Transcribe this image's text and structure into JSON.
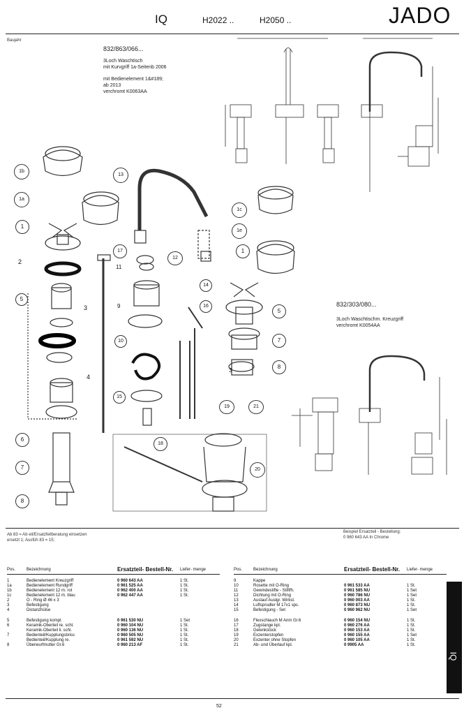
{
  "header": {
    "series": "IQ",
    "ref1": "H2022 ..",
    "ref2": "H2050 ..",
    "brand": "JADO"
  },
  "top_note": "Baujahr",
  "blocks": {
    "a": {
      "code": "832/863/066...",
      "lines": [
        "3Loch Waschtisch",
        "mit Kurvgriff 1a-Seitenb 2006",
        "",
        "mit Bedienelement 1&#189;",
        "ab 2013",
        "verchromt                K0063AA"
      ]
    },
    "b": {
      "code": "832/303/080...",
      "lines": [
        "3Loch Waschtischm. Kreuzgriff",
        "verchromt                K0054AA"
      ]
    }
  },
  "callouts": [
    "1b",
    "1a",
    "1",
    "2",
    "3",
    "4",
    "5",
    "6",
    "7",
    "8",
    "9",
    "10",
    "11",
    "12",
    "13",
    "14",
    "15",
    "16",
    "17",
    "18",
    "19",
    "20",
    "21",
    "1c",
    "1e",
    "1",
    "5",
    "7",
    "8",
    "3"
  ],
  "notes": {
    "left1": "Ab 83 = Ab eil/Ersatzfeilberatung einsetzen",
    "left2": "ersetzt 1; Ausfüh 83 = 15;",
    "right1": "Beispiel Ersatzteil - Bestellung:",
    "right2": "0 960 643 AA          In Chrome"
  },
  "table_headers": {
    "pos": "Pos.",
    "desc": "Bezeichnung",
    "part": "Ersatzteil- Bestell-Nr.",
    "unit": "Liefer- menge"
  },
  "left_rows": [
    [
      "1",
      "Bedienelement Kreuzgriff",
      "0 960 643 AA",
      "1 St."
    ],
    [
      "1a",
      "Bedienelement Rundgriff",
      "0 961 525 AA",
      "1 St."
    ],
    [
      "1b",
      "Bedienelement 12 m. rot",
      "0 962 400 AA",
      "1 St."
    ],
    [
      "1c",
      "Bedienelement 12 m. blau",
      "0 962 447 AA",
      "1 St."
    ],
    [
      "2",
      "O - Ring  Ø 46 x 3",
      "",
      ""
    ],
    [
      "3",
      "Befestigung",
      "",
      ""
    ],
    [
      "4",
      "Distanzhülse",
      "",
      ""
    ],
    [
      "",
      "",
      "",
      ""
    ],
    [
      "5",
      "Befestigung kompl.",
      "0 961 530 NU",
      "1 Set"
    ],
    [
      "6",
      "Keramik-Oberteil re. schl.",
      "0 960 104 NU",
      "1 St."
    ],
    [
      "",
      "Keramik-Oberteil li. schl.",
      "0 960 136 NU",
      "1 St."
    ],
    [
      "7",
      "Bedienteil/Kupplungsbriss",
      "0 960 505 NU",
      "1 St."
    ],
    [
      "",
      "Bedienteil/Kupplung re.",
      "0 961 592 NU",
      "1 St."
    ],
    [
      "8",
      "Überwurfmutter Gr.6",
      "0 960 213 AF",
      "1 St."
    ]
  ],
  "right_rows": [
    [
      "9",
      "Kappe",
      "",
      ""
    ],
    [
      "10",
      "Rosette mit O-Ring",
      "0 961 533 AA",
      "1 St."
    ],
    [
      "11",
      "Gewindestifte - Stiftfh.",
      "0 961 585 NU",
      "1 Set"
    ],
    [
      "12",
      "Dichtung mit O-Ring",
      "0 960 786 NU",
      "1 Set"
    ],
    [
      "13",
      "Auslauf Auslgr. Wirkst.",
      "0 960 003 AA",
      "1 St."
    ],
    [
      "14",
      "Luftsprudler M 17x1 spc.",
      "0 960 873 NU",
      "1 St."
    ],
    [
      "15",
      "Befestigung - Set",
      "0 960 962 NU",
      "1 Set"
    ],
    [
      "",
      "",
      "",
      ""
    ],
    [
      "16",
      "Flexschlauch M Anm Gr.6",
      "0 960 154 NU",
      "1 St."
    ],
    [
      "17",
      "Zugstange kpl.",
      "0 960 276 AA",
      "1 St."
    ],
    [
      "18",
      "Gelenkstück",
      "0 960 153 AA",
      "1 St."
    ],
    [
      "19",
      "Exzenterstopfen",
      "0 960 155 AA",
      "1 Set"
    ],
    [
      "20",
      "Exzenter ohne Stopfen",
      "0 960 105 AA",
      "1 St."
    ],
    [
      "21",
      "Ab- und Überlauf kpl.",
      "0 9905 AA",
      "1 St."
    ]
  ],
  "side_tab": "IQ",
  "page_no": "52"
}
